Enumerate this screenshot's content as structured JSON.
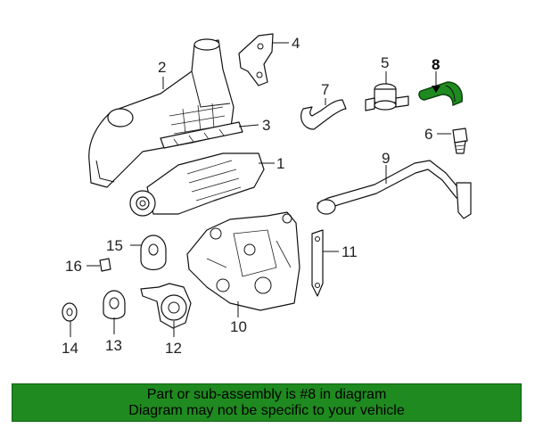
{
  "callouts": {
    "c1": "1",
    "c2": "2",
    "c3": "3",
    "c4": "4",
    "c5": "5",
    "c6": "6",
    "c7": "7",
    "c8": "8",
    "c9": "9",
    "c10": "10",
    "c11": "11",
    "c12": "12",
    "c13": "13",
    "c14": "14",
    "c15": "15",
    "c16": "16"
  },
  "highlighted_part": "8",
  "colors": {
    "highlight": "#1f8a1f",
    "banner": "#1f8a1f",
    "line": "#111111"
  },
  "banner": {
    "line1": "Part or sub-assembly is #8 in diagram",
    "line2": "Diagram may not be specific to your vehicle"
  }
}
